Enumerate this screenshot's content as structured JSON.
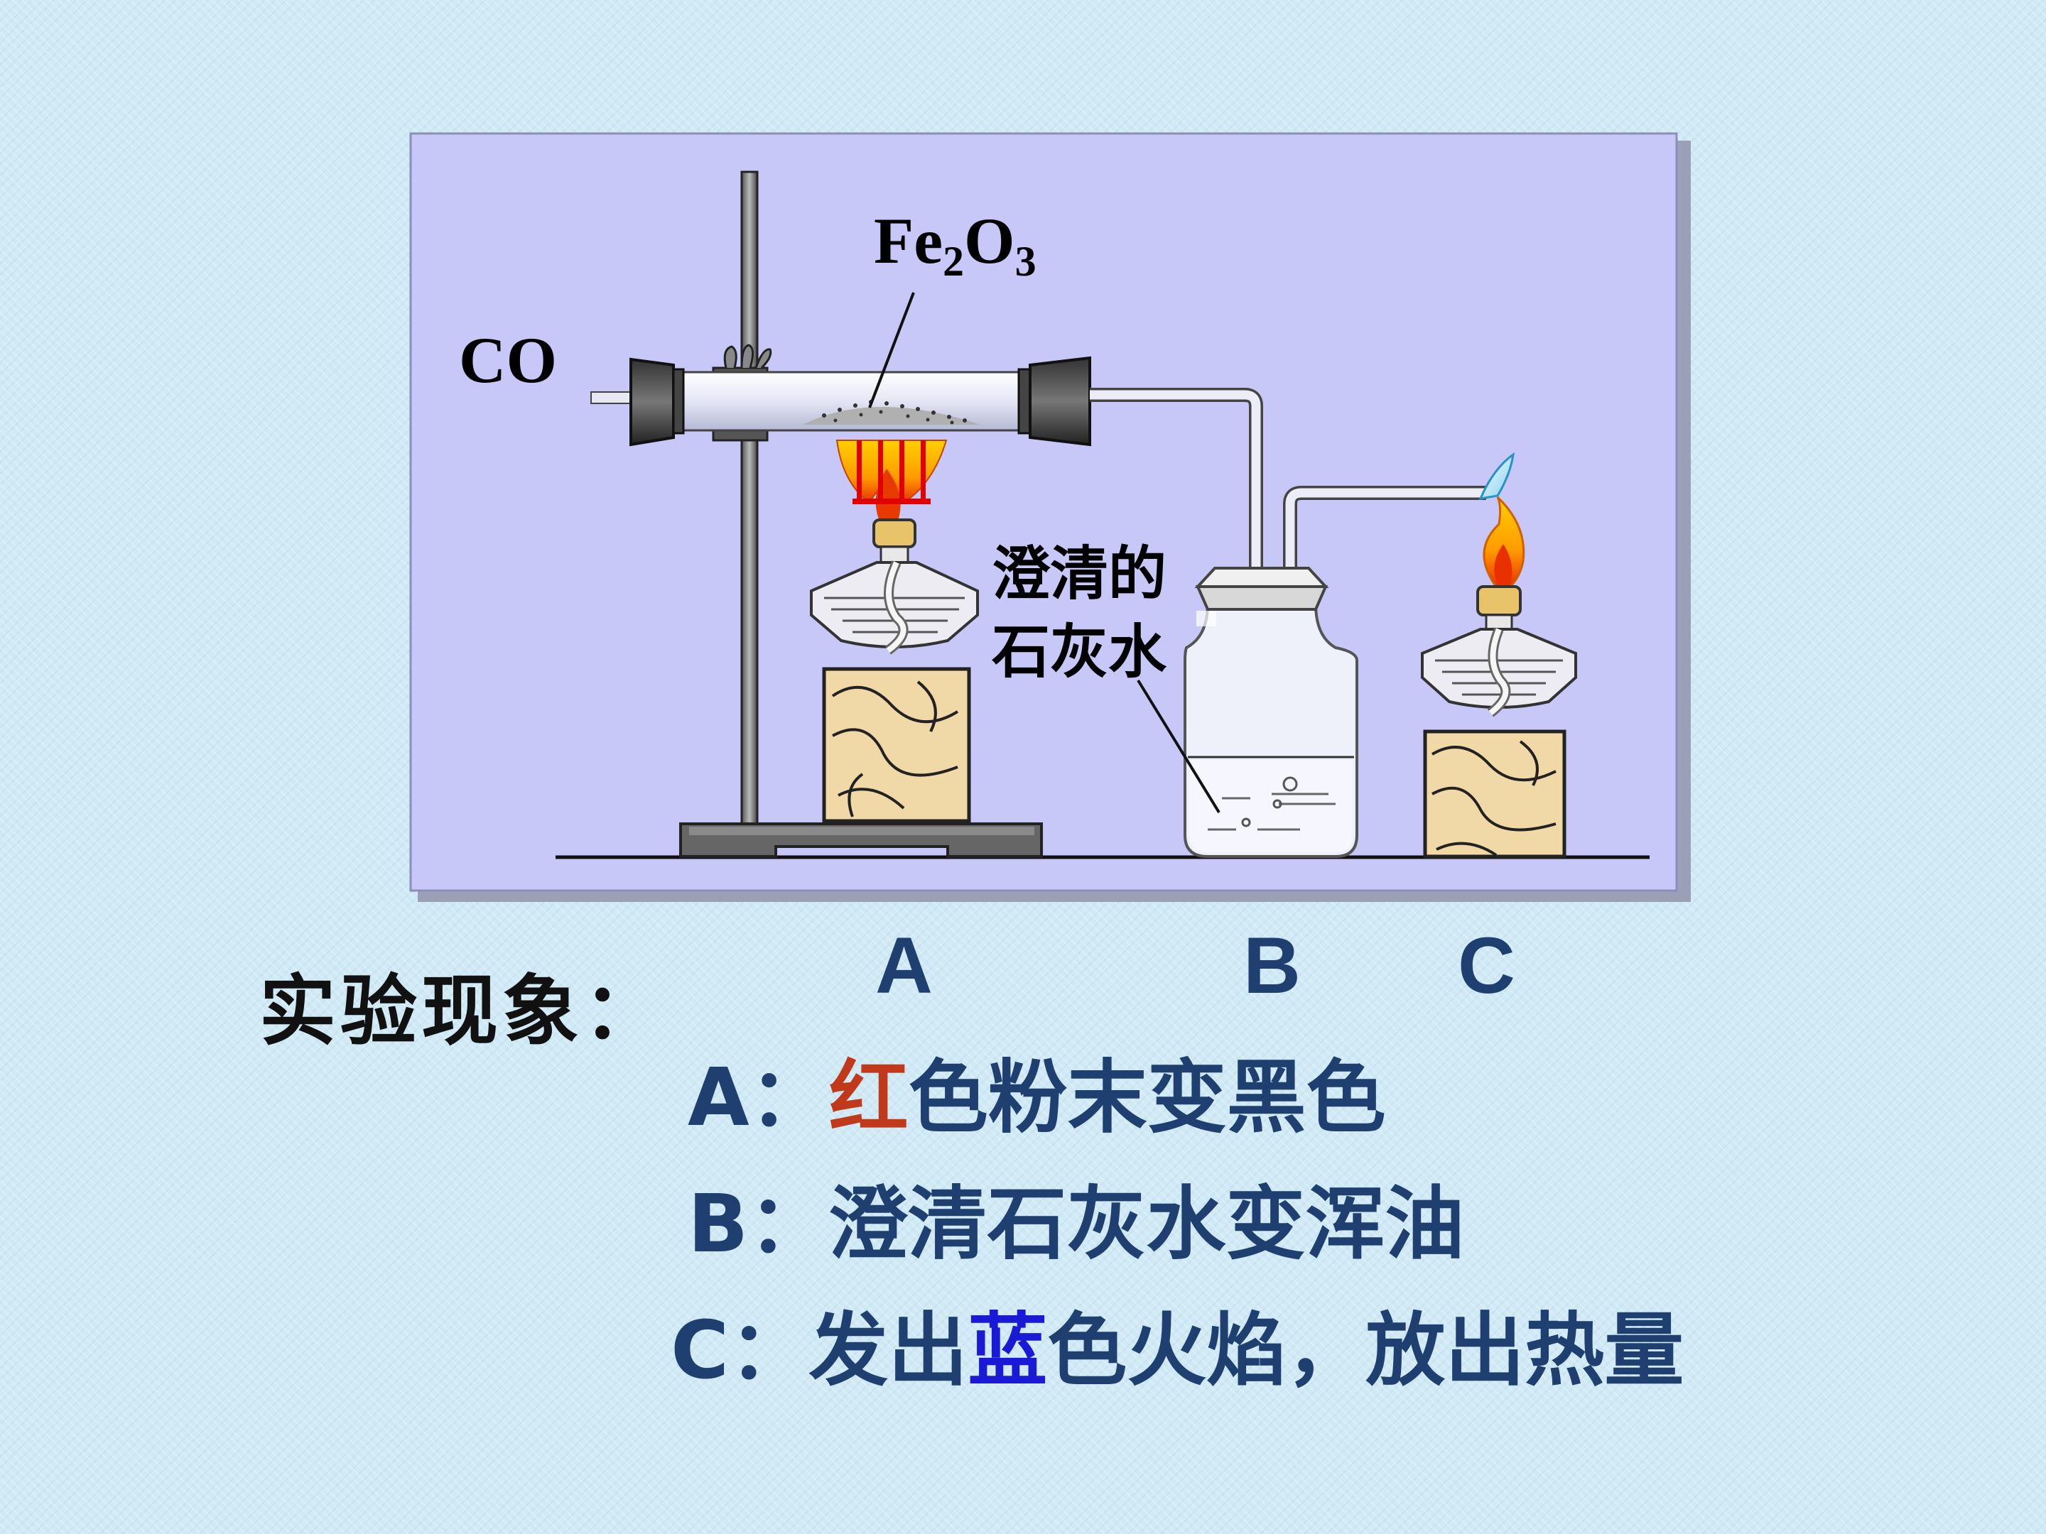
{
  "diagram": {
    "gas_label": "CO",
    "reagent_formula": {
      "main": "Fe",
      "sub1": "2",
      "mid": "O",
      "sub2": "3"
    },
    "bottle_label_line1": "澄清的",
    "bottle_label_line2": "石灰水"
  },
  "apparatus_labels": {
    "a": "A",
    "b": "B",
    "c": "C"
  },
  "observations": {
    "heading": "实验现象：",
    "a": {
      "prefix": "A：",
      "highlight": "红",
      "rest": "色粉末变黑色",
      "highlight_color": "#c0391b"
    },
    "b": {
      "prefix": "B：",
      "text": "澄清石灰水变浑油"
    },
    "c": {
      "prefix": "C：",
      "before": "发出",
      "highlight": "蓝",
      "after": "色火焰，放出热量",
      "highlight_color": "#1a1ad6"
    }
  },
  "colors": {
    "panel": "#c8c8f8",
    "text": "#1f3f70"
  }
}
